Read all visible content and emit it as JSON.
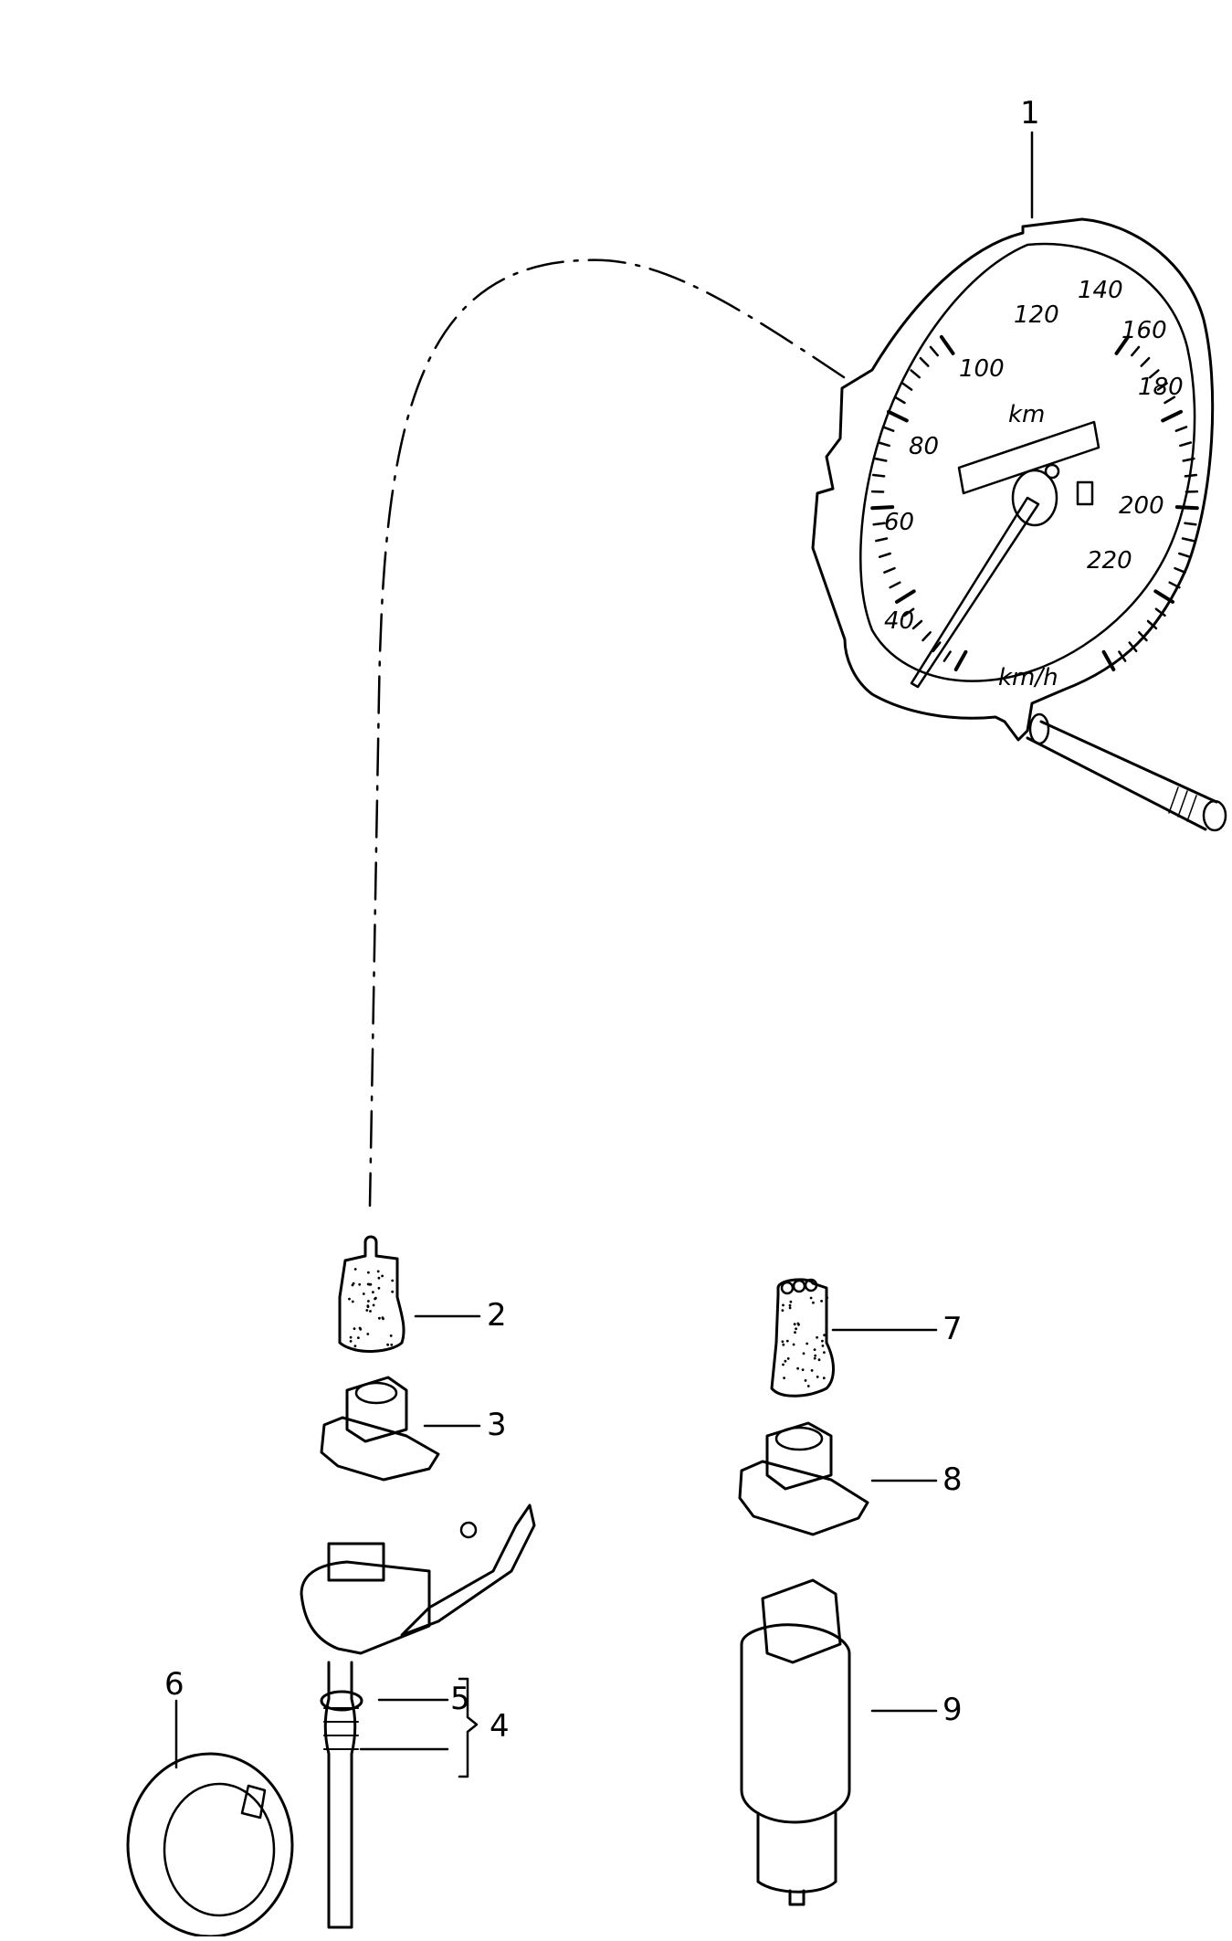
{
  "callouts": {
    "c1": "1",
    "c2": "2",
    "c3": "3",
    "c4": "4",
    "c5": "5",
    "c6": "6",
    "c7": "7",
    "c8": "8",
    "c9": "9"
  },
  "speedometer": {
    "scale": [
      "40",
      "60",
      "80",
      "100",
      "120",
      "140",
      "160",
      "180",
      "200",
      "220"
    ],
    "odometer_unit": "km",
    "speed_unit": "km/h"
  }
}
